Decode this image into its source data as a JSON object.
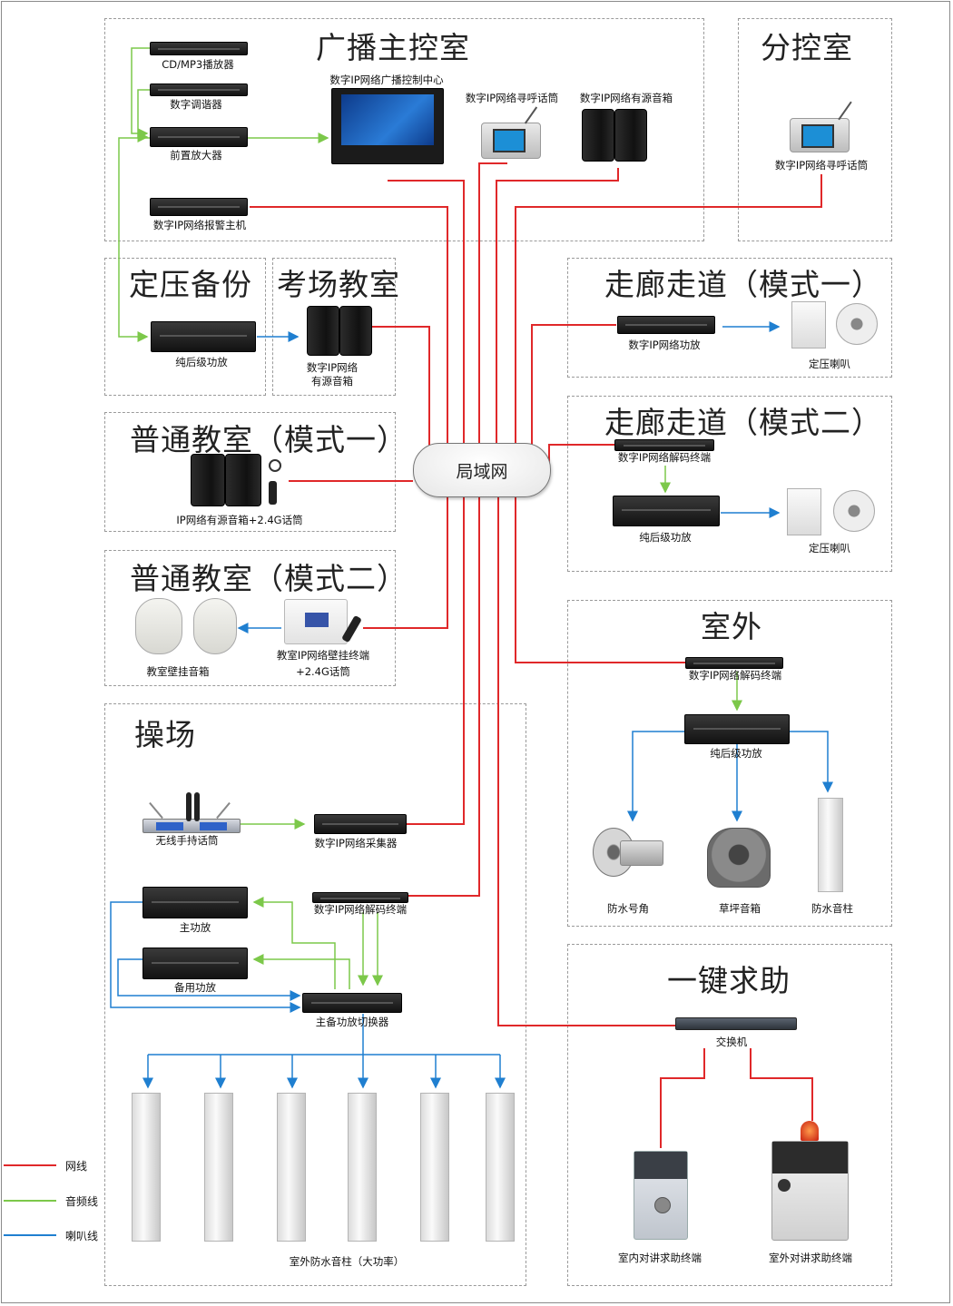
{
  "colors": {
    "network": "#e0282a",
    "audio": "#7cc84a",
    "speaker": "#1f7fd0"
  },
  "zones": {
    "main_control": "广播主控室",
    "sub_control": "分控室",
    "backup": "定压备份",
    "exam_room": "考场教室",
    "corridor1": "走廊走道（模式一）",
    "corridor2": "走廊走道（模式二）",
    "classroom1": "普通教室（模式一）",
    "classroom2": "普通教室（模式二）",
    "outdoor": "室外",
    "playground": "操场",
    "sos": "一键求助"
  },
  "network_hub": "局域网",
  "devices": {
    "cd_player": "CD/MP3播放器",
    "tuner": "数字调谐器",
    "preamp": "前置放大器",
    "control_center": "数字IP网络广播控制中心",
    "paging_mic_main": "数字IP网络寻呼话筒",
    "active_speaker_main": "数字IP网络有源音箱",
    "alarm_host": "数字IP网络报警主机",
    "paging_mic_sub": "数字IP网络寻呼话筒",
    "backup_amp": "纯后级功放",
    "exam_speaker_line1": "数字IP网络",
    "exam_speaker_line2": "有源音箱",
    "corr1_amp": "数字IP网络功放",
    "corr1_speaker": "定压喇叭",
    "corr2_decoder": "数字IP网络解码终端",
    "corr2_amp": "纯后级功放",
    "corr2_speaker": "定压喇叭",
    "class1_kit": "IP网络有源音箱+2.4G话筒",
    "class2_speaker": "教室壁挂音箱",
    "class2_terminal_line1": "教室IP网络壁挂终端",
    "class2_terminal_line2": "+2.4G话筒",
    "outdoor_decoder": "数字IP网络解码终端",
    "outdoor_amp": "纯后级功放",
    "horn": "防水号角",
    "lawn_speaker": "草坪音箱",
    "column_speaker": "防水音柱",
    "wireless_mic": "无线手持话筒",
    "collector": "数字IP网络采集器",
    "pg_decoder": "数字IP网络解码终端",
    "main_amp": "主功放",
    "standby_amp": "备用功放",
    "switcher": "主备功放切换器",
    "outdoor_columns": "室外防水音柱（大功率）",
    "switch": "交换机",
    "indoor_sos": "室内对讲求助终端",
    "outdoor_sos": "室外对讲求助终端"
  },
  "legend": {
    "network": "网线",
    "audio": "音频线",
    "speaker": "喇叭线"
  }
}
